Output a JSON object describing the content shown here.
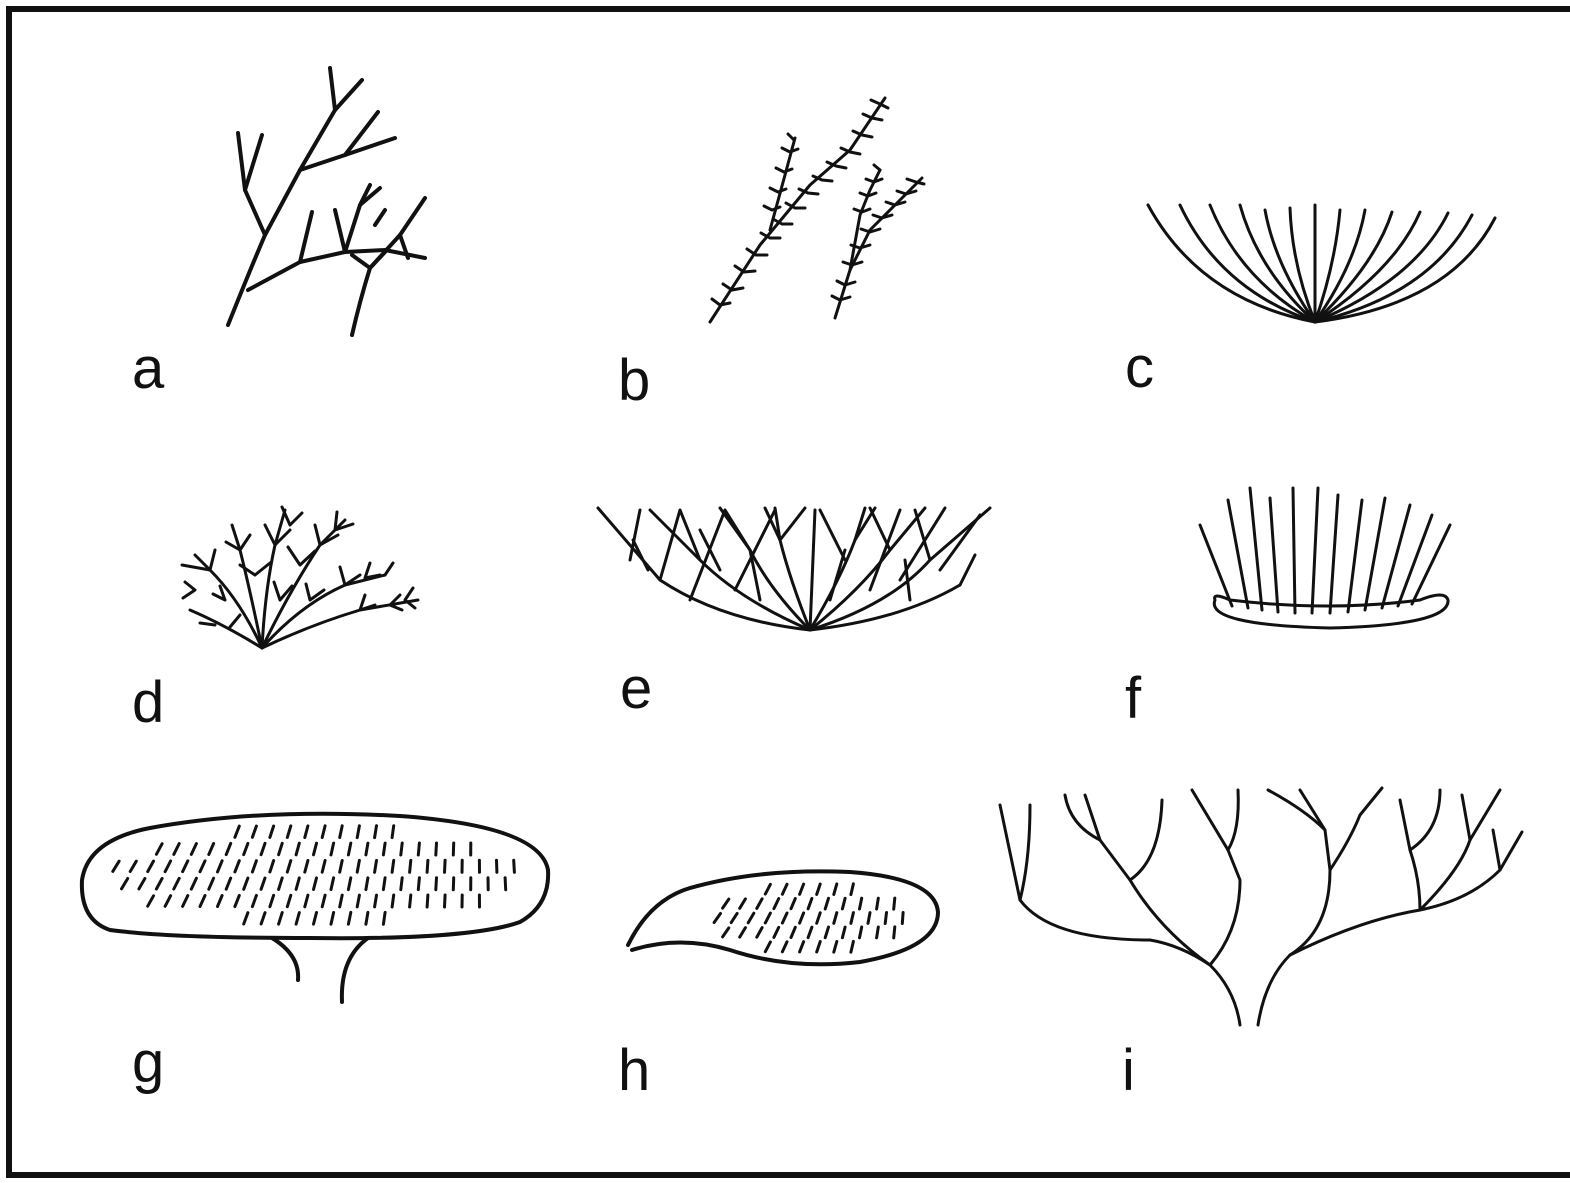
{
  "panels": [
    {
      "id": "a",
      "label": "a"
    },
    {
      "id": "b",
      "label": "b"
    },
    {
      "id": "c",
      "label": "c"
    },
    {
      "id": "d",
      "label": "d"
    },
    {
      "id": "e",
      "label": "e"
    },
    {
      "id": "f",
      "label": "f"
    },
    {
      "id": "g",
      "label": "g"
    },
    {
      "id": "h",
      "label": "h"
    },
    {
      "id": "i",
      "label": "i"
    }
  ]
}
